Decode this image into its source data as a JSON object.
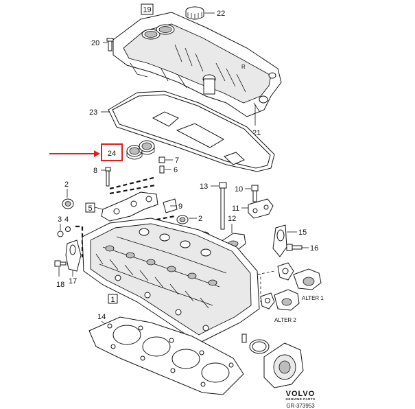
{
  "callouts": {
    "c1": "1",
    "c2a": "2",
    "c2b": "2",
    "c3": "3",
    "c4": "4",
    "c5": "5",
    "c6": "6",
    "c7": "7",
    "c8": "8",
    "c9": "9",
    "c10": "10",
    "c11": "11",
    "c12": "12",
    "c13": "13",
    "c14": "14",
    "c15": "15",
    "c16": "16",
    "c17": "17",
    "c18": "18",
    "c19": "19",
    "c20": "20",
    "c21": "21",
    "c22": "22",
    "c23": "23",
    "c24": "24"
  },
  "alternatives": {
    "alt1": "ALTER 1",
    "alt2": "ALTER 2"
  },
  "brand": {
    "name": "VOLVO",
    "tagline": "GENUINE PARTS",
    "ref": "GR-373953"
  },
  "highlight": {
    "color": "#e41b1b",
    "part": "24"
  }
}
